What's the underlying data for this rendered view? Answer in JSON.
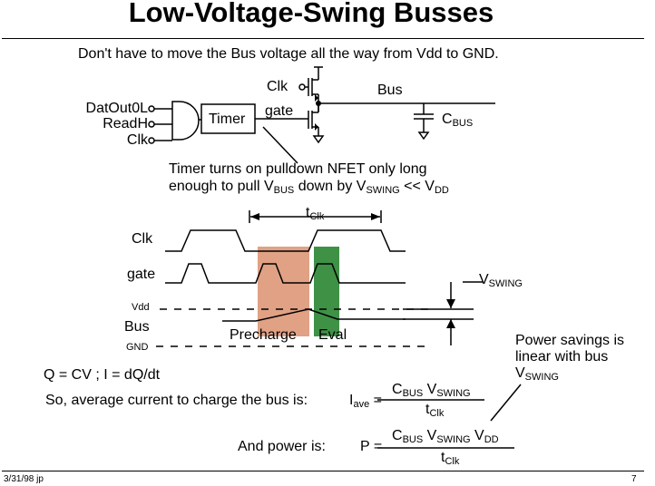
{
  "slide": {
    "title": "Low-Voltage-Swing Busses",
    "subtitle": "Don't have to move the Bus voltage all the way from Vdd to GND.",
    "footer_left": "3/31/98 jp",
    "footer_right": "7"
  },
  "circuit": {
    "inputs": [
      "DatOut0L",
      "ReadH",
      "Clk"
    ],
    "timer_label": "Timer",
    "clk_label": "Clk",
    "gate_label": "gate",
    "bus_label": "Bus",
    "cbus_main": "C",
    "cbus_sub": "BUS",
    "note_line1": "Timer turns on pulldown NFET only long",
    "note_line2_a": "enough to pull V",
    "note_line2_b": "BUS",
    "note_line2_c": " down by V",
    "note_line2_d": "SWING",
    "note_line2_e": " << V",
    "note_line2_f": "DD"
  },
  "timing": {
    "tclk_main": "t",
    "tclk_sub": "Clk",
    "clk_label": "Clk",
    "gate_label": "gate",
    "vdd_label": "Vdd",
    "bus_label": "Bus",
    "gnd_label": "GND",
    "precharge_label": "Precharge",
    "eval_label": "Eval",
    "vswing_main": "V",
    "vswing_sub": "SWING",
    "precharge_color": "#e0a184",
    "eval_color": "#3f9146"
  },
  "notes": {
    "power_line1": "Power savings is",
    "power_line2": "linear with bus",
    "power_line3_main": "V",
    "power_line3_sub": "SWING"
  },
  "equations": {
    "q_eq": "Q = CV   ;   I = dQ/dt",
    "current_text": "So, average current to charge the bus is:",
    "iave_main": "I",
    "iave_sub": "ave",
    "eq_sign": "=",
    "num_c": "C",
    "num_bus": "BUS",
    "num_v": " V",
    "num_swing": "SWING",
    "num_v2": " V",
    "num_dd": "DD",
    "den_t": "t",
    "den_clk": "Clk",
    "power_text": "And power is:",
    "p_label": "P ="
  }
}
